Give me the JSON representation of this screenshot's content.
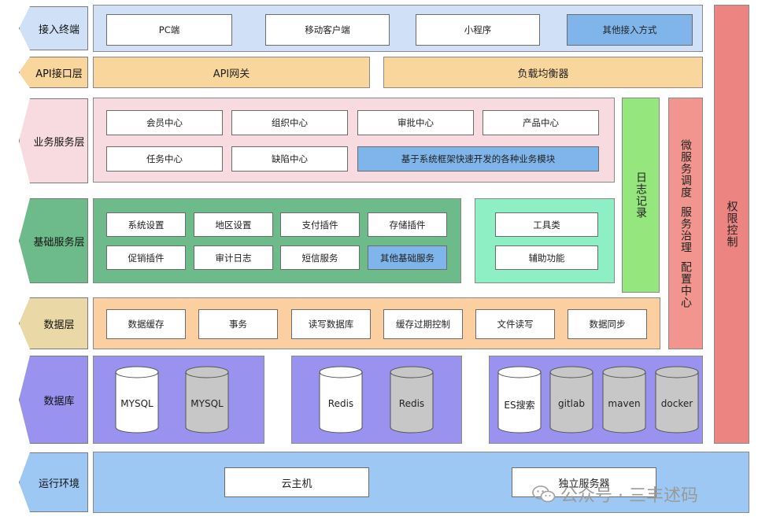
{
  "colors": {
    "access_layer": "#cfe0f7",
    "api_layer": "#f9d69b",
    "business_layer": "#f8dbe0",
    "basic_layer": "#6dbb8a",
    "tool_panel": "#8eeec4",
    "data_layer": "#fbcf9f",
    "database_layer": "#9a92ef",
    "runtime_layer": "#9cc8f3",
    "log_bar": "#95e67c",
    "micro_bar": "#f2958f",
    "auth_bar": "#ec8481",
    "highlight_box": "#7fb5ea",
    "cylinder_gray": "#c7c7c7"
  },
  "layers": {
    "access": {
      "label": "接入终端",
      "items": [
        "PC端",
        "移动客户端",
        "小程序",
        "其他接入方式"
      ]
    },
    "api": {
      "label": "API接口层",
      "items": [
        "API网关",
        "负载均衡器"
      ]
    },
    "business": {
      "label": "业务服务层",
      "items": [
        "会员中心",
        "组织中心",
        "审批中心",
        "产品中心",
        "任务中心",
        "缺陷中心",
        "基于系统框架快速开发的各种业务模块"
      ]
    },
    "basic": {
      "label": "基础服务层",
      "items": [
        "系统设置",
        "地区设置",
        "支付插件",
        "存储插件",
        "促销插件",
        "审计日志",
        "短信服务",
        "其他基础服务"
      ],
      "tools": [
        "工具类",
        "辅助功能"
      ]
    },
    "data": {
      "label": "数据层",
      "items": [
        "数据缓存",
        "事务",
        "读写数据库",
        "缓存过期控制",
        "文件读写",
        "数据同步"
      ]
    },
    "database": {
      "label": "数据库",
      "items": [
        "MYSQL",
        "MYSQL",
        "Redis",
        "Redis",
        "ES搜索",
        "gitlab",
        "maven",
        "docker"
      ]
    },
    "runtime": {
      "label": "运行环境",
      "items": [
        "云主机",
        "独立服务器"
      ]
    }
  },
  "side_bars": {
    "log": "日志记录",
    "micro_service": [
      "微服务调度",
      "服务治理",
      "配置中心"
    ],
    "auth": "权限控制"
  },
  "watermark": {
    "text": "公众号 · 三丰述码",
    "icon": "wechat-icon"
  }
}
